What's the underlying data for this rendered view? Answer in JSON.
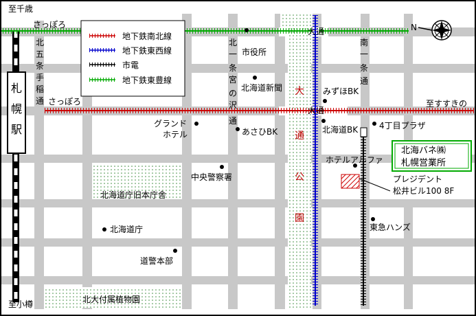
{
  "legend": {
    "items": [
      {
        "label": "地下鉄南北線",
        "color": "#cc0000"
      },
      {
        "label": "地下鉄東西線",
        "color": "#0000cc"
      },
      {
        "label": "市電",
        "color": "#000000"
      },
      {
        "label": "地下鉄東豊線",
        "color": "#00aa00"
      }
    ]
  },
  "station": {
    "chars": [
      "札",
      "幌",
      "駅"
    ]
  },
  "directions": {
    "chitose": "至千歳",
    "otaru": "至小樽",
    "susukino": "至すすきの"
  },
  "streets": {
    "sapporo_top": "さっぽろ",
    "sapporo_mid": "さっぽろ",
    "odori_top": "大通",
    "odori_mid": "大通",
    "kita5": [
      "北",
      "五",
      "条",
      "手",
      "稲",
      "通"
    ],
    "kita1": [
      "北",
      "一",
      "条",
      "宮",
      "の",
      "沢",
      "通"
    ],
    "minami1": [
      "南",
      "一",
      "条",
      "通"
    ]
  },
  "park": {
    "chars": [
      "大",
      "通",
      "公",
      "園"
    ]
  },
  "landmarks": {
    "shiyakusho": "市役所",
    "hokkaido_shimbun": "北海道新聞",
    "mizuho": "みずほBK",
    "grand_hotel_1": "グランド",
    "grand_hotel_2": "ホテル",
    "asahi": "あさひBK",
    "hokkaido_bk": "北海道BK",
    "yon_plaza": "4丁目プラザ",
    "hotel_alpha": "ホテルアルファ",
    "chuo_police": "中央警察署",
    "old_office": "北海道庁旧本庁舎",
    "dochou": "北海道庁",
    "doukei": "道警本部",
    "tokyu": "東急ハンズ",
    "botanical": "北大付属植物園"
  },
  "company": {
    "name": "北海バネ㈱",
    "office": "札幌営業所",
    "building_1": "プレジデント",
    "building_2": "松井ビル100 8F"
  },
  "compass": {
    "north": "N"
  }
}
